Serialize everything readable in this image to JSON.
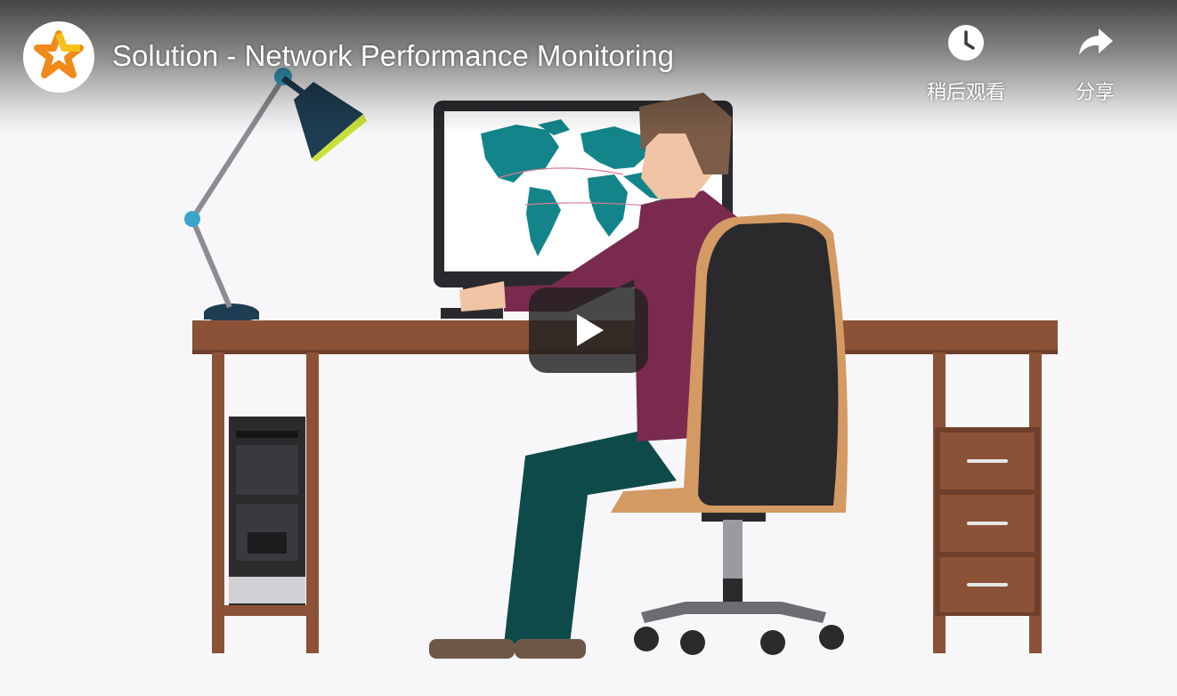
{
  "player": {
    "title": "Solution - Network Performance Monitoring",
    "channel_avatar_icon": "channel-logo-icon",
    "play_icon": "play-icon",
    "actions": {
      "watch_later": {
        "label": "稍后观看",
        "icon": "clock-icon"
      },
      "share": {
        "label": "分享",
        "icon": "share-arrow-icon"
      }
    }
  },
  "colors": {
    "desk": "#8b5237",
    "desk_dark": "#6e3f2a",
    "map": "#13858a",
    "shirt": "#7a2a4e",
    "pants": "#0f4a4a",
    "chair_back": "#2a2a2c",
    "chair_frame": "#d49a64",
    "lamp": "#1e3d52",
    "lamp_joint": "#39a6c9",
    "logo_orange": "#f08a1a",
    "logo_yellow": "#f5c21a"
  }
}
